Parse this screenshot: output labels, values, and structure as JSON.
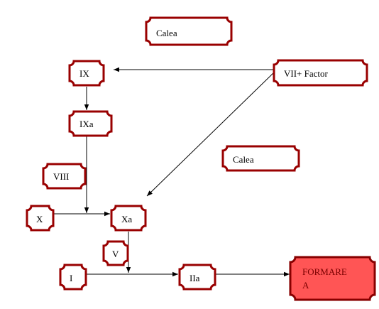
{
  "colors": {
    "border": "#990000",
    "fill": "#ffffff",
    "highlight_fill": "#ff5555",
    "highlight_border": "#880000",
    "text_dark": "#000000",
    "highlight_text": "#7a0000",
    "line": "#000000"
  },
  "nodes": {
    "calea_top": "Calea",
    "ix": "IX",
    "vii_factor": "VII+ Factor",
    "ixa": "IXa",
    "calea_mid": "Calea",
    "viii": "VIII",
    "x": "X",
    "xa": "Xa",
    "v": "V",
    "i": "I",
    "iia": "IIa",
    "formare_line1": "FORMARE",
    "formare_line2": "A"
  }
}
